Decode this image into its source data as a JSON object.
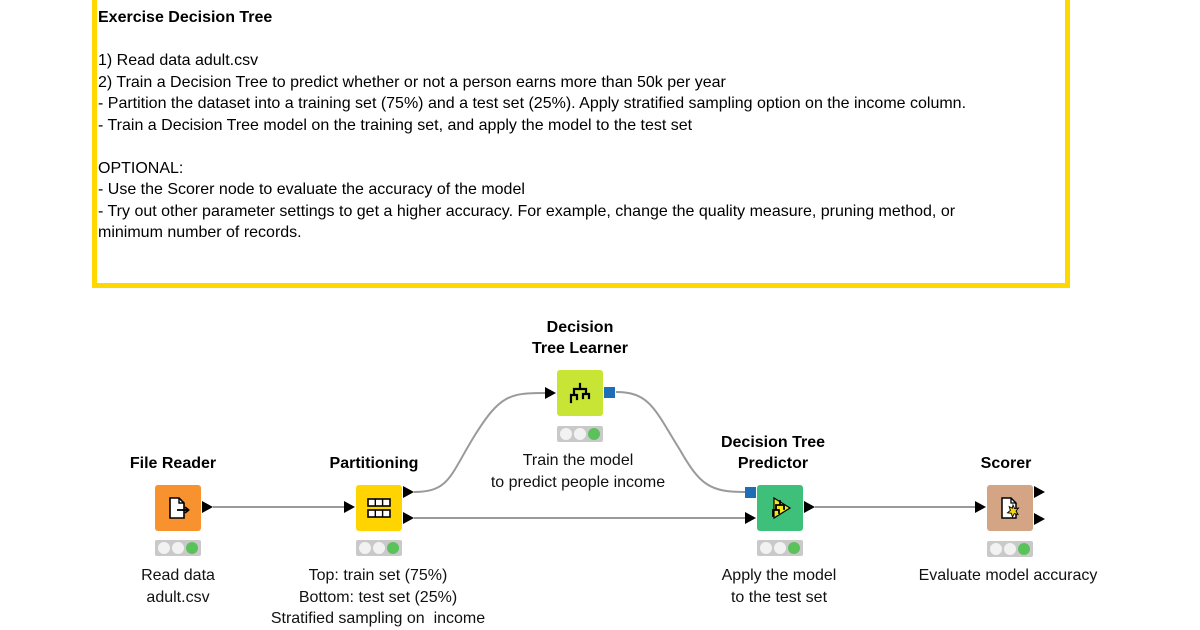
{
  "annotation": {
    "border_color": "#ffd800",
    "lines": [
      "Exercise Decision Tree",
      "",
      "1) Read data adult.csv",
      "2) Train a Decision Tree to predict whether or not a person earns more than 50k per year",
      "- Partition the dataset into a training set (75%) and a test set (25%). Apply stratified sampling option on the income column.",
      "- Train a Decision Tree model on the training set, and apply the model to the test set",
      "",
      "OPTIONAL:",
      "- Use the Scorer node to evaluate the accuracy of the model",
      "- Try out other parameter settings to get a higher accuracy. For example, change the quality measure, pruning method, or",
      "minimum number of records."
    ]
  },
  "nodes": [
    {
      "id": "file-reader",
      "title_lines": [
        "File Reader"
      ],
      "desc_lines": [
        "Read data",
        "adult.csv"
      ],
      "color": "#f7922e",
      "icon": "file-export-icon",
      "status": "executed"
    },
    {
      "id": "partitioning",
      "title_lines": [
        "Partitioning"
      ],
      "desc_lines": [
        "Top: train set (75%)",
        "Bottom: test set (25%)",
        "Stratified sampling on  income"
      ],
      "color": "#ffd400",
      "icon": "table-partition-icon",
      "status": "executed"
    },
    {
      "id": "decision-tree-learner",
      "title_lines": [
        "Decision",
        "Tree Learner"
      ],
      "desc_lines": [
        "Train the model",
        "to predict people income"
      ],
      "color": "#c8e435",
      "icon": "tree-icon",
      "status": "executed"
    },
    {
      "id": "decision-tree-predictor",
      "title_lines": [
        "Decision Tree",
        "Predictor"
      ],
      "desc_lines": [
        "Apply the model",
        "to the test set"
      ],
      "color": "#3ec07a",
      "icon": "predictor-icon",
      "status": "executed"
    },
    {
      "id": "scorer",
      "title_lines": [
        "Scorer"
      ],
      "desc_lines": [
        "Evaluate model accuracy"
      ],
      "color": "#d4a584",
      "icon": "scorer-icon",
      "status": "executed"
    }
  ],
  "connections": [
    {
      "from": "file-reader",
      "to": "partitioning"
    },
    {
      "from": "partitioning.top",
      "to": "decision-tree-learner"
    },
    {
      "from": "partitioning.bottom",
      "to": "decision-tree-predictor.data"
    },
    {
      "from": "decision-tree-learner.model",
      "to": "decision-tree-predictor.model"
    },
    {
      "from": "decision-tree-predictor",
      "to": "scorer"
    }
  ],
  "colors": {
    "wire": "#9a9a9a",
    "model_port": "#1e6eb6",
    "status_green": "#5bc25b",
    "status_bg": "#c9c9c9"
  }
}
